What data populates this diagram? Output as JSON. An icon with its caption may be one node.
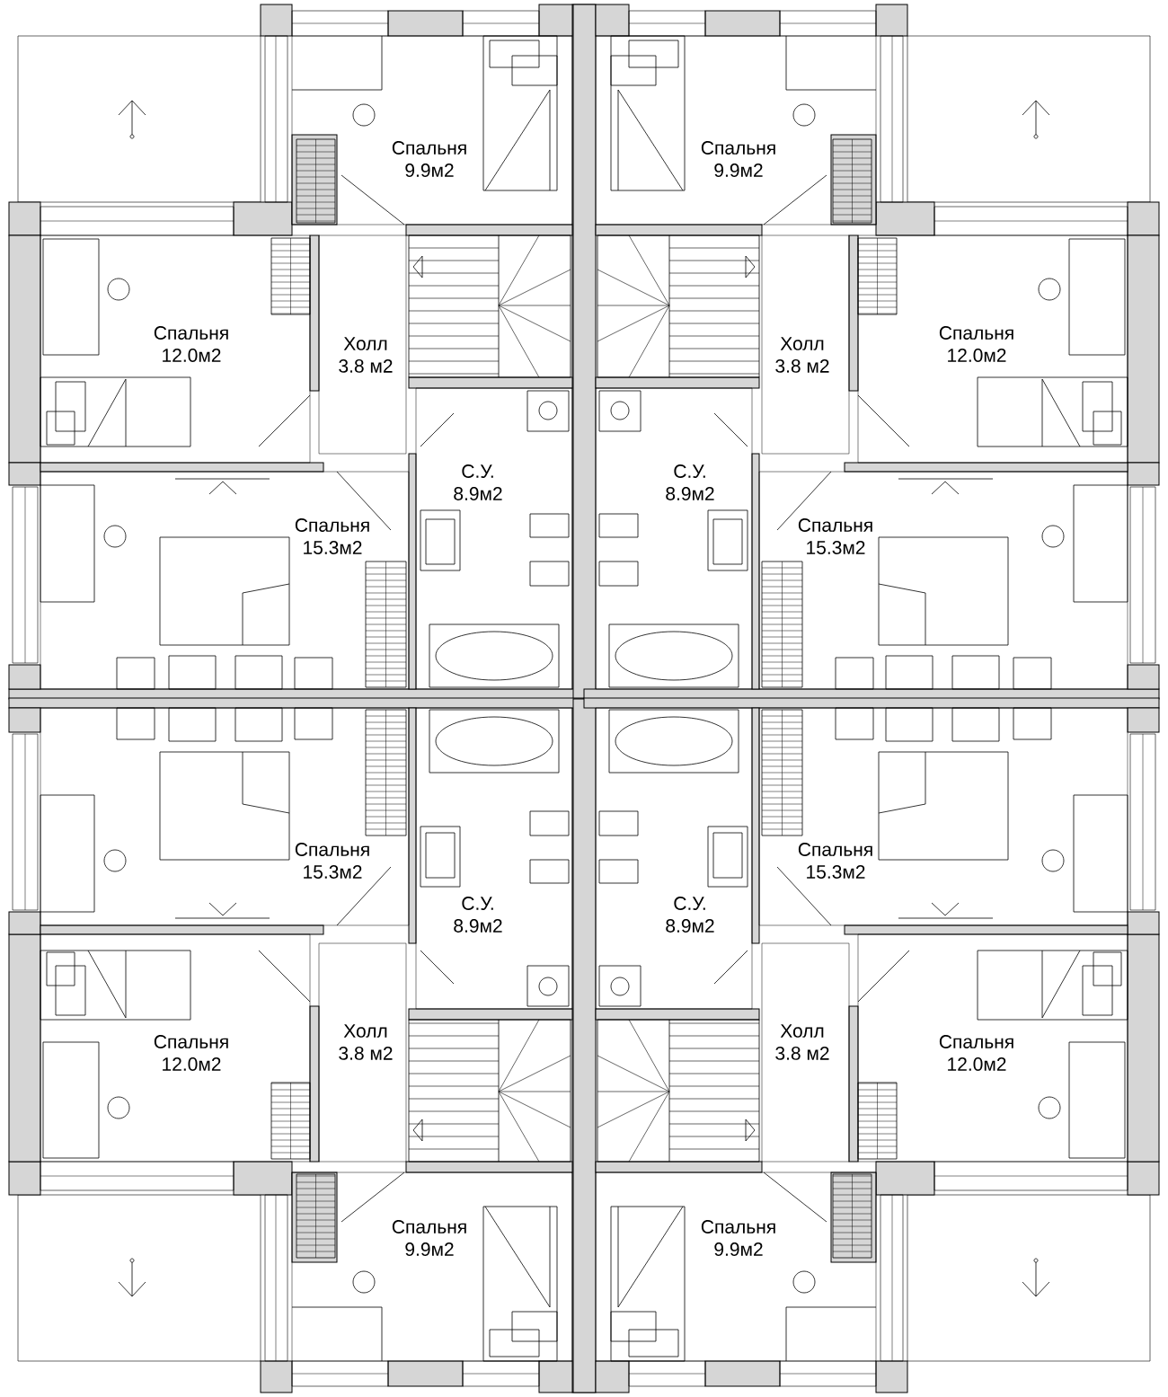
{
  "diagram": {
    "nodes": [
      {
        "text": [
          "Спальня",
          "9.9м2"
        ]
      },
      {
        "text": [
          "Спальня",
          "9.9м2"
        ]
      },
      {
        "text": [
          "Спальня",
          "12.0м2"
        ]
      },
      {
        "text": [
          "Холл",
          "3.8 м2"
        ]
      },
      {
        "text": [
          "Холл",
          "3.8 м2"
        ]
      },
      {
        "text": [
          "Спальня",
          "12.0м2"
        ]
      },
      {
        "text": [
          "С.У.",
          "8.9м2"
        ]
      },
      {
        "text": [
          "С.У.",
          "8.9м2"
        ]
      },
      {
        "text": [
          "Спальня",
          "15.3м2"
        ]
      },
      {
        "text": [
          "Спальня",
          "15.3м2"
        ]
      },
      {
        "text": [
          "Спальня",
          "15.3м2"
        ]
      },
      {
        "text": [
          "Спальня",
          "15.3м2"
        ]
      },
      {
        "text": [
          "С.У.",
          "8.9м2"
        ]
      },
      {
        "text": [
          "С.У.",
          "8.9м2"
        ]
      },
      {
        "text": [
          "Спальня",
          "12.0м2"
        ]
      },
      {
        "text": [
          "Холл",
          "3.8 м2"
        ]
      },
      {
        "text": [
          "Холл",
          "3.8 м2"
        ]
      },
      {
        "text": [
          "Спальня",
          "12.0м2"
        ]
      },
      {
        "text": [
          "Спальня",
          "9.9м2"
        ]
      },
      {
        "text": [
          "Спальня",
          "9.9м2"
        ]
      }
    ]
  }
}
